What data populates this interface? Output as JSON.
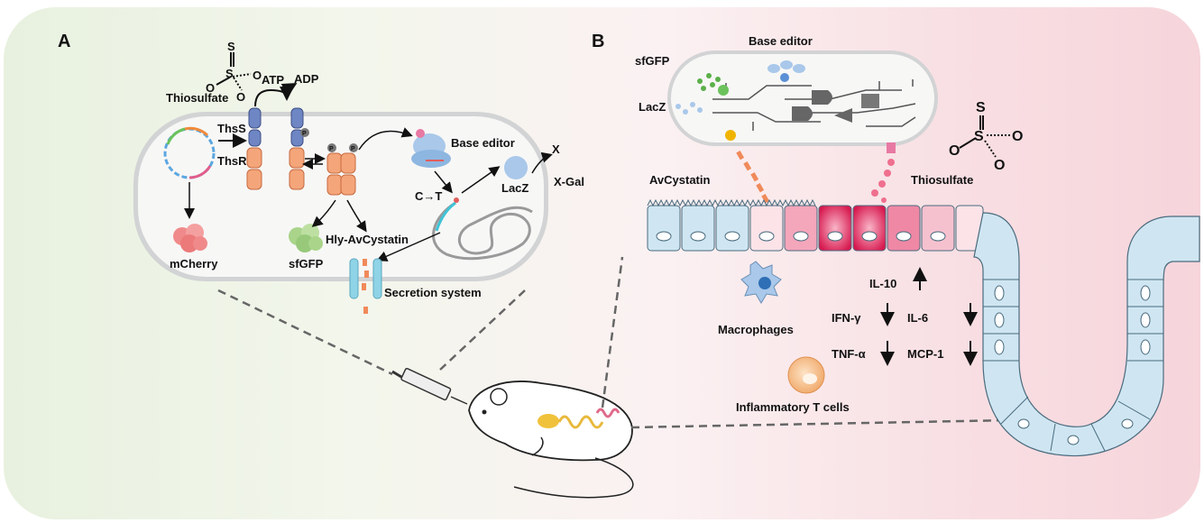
{
  "panels": {
    "a": "A",
    "b": "B"
  },
  "panel_a": {
    "molecule_s": "S",
    "molecule_o1": "O",
    "molecule_o2": "O",
    "molecule_o3": "O",
    "thiosulfate": "Thiosulfate",
    "atp": "ATP",
    "adp": "ADP",
    "thss": "ThsS",
    "thsr": "ThsR",
    "phos": "P",
    "base_editor": "Base editor",
    "lacz": "LacZ",
    "x": "X",
    "xgal": "X-Gal",
    "c_to_t": "C→T",
    "mcherry": "mCherry",
    "sfgfp": "sfGFP",
    "hly_avcystatin": "Hly-AvCystatin",
    "secretion_system": "Secretion system"
  },
  "panel_b": {
    "base_editor": "Base editor",
    "sfgfp": "sfGFP",
    "lacz": "LacZ",
    "avcystatin": "AvCystatin",
    "thiosulfate": "Thiosulfate",
    "molecule_s": "S",
    "molecule_o1": "O",
    "molecule_o2": "O",
    "molecule_o3": "O",
    "macrophages": "Macrophages",
    "il10": "IL-10",
    "ifng": "IFN-γ",
    "il6": "IL-6",
    "tnfa": "TNF-α",
    "mcp1": "MCP-1",
    "inflammatory_t": "Inflammatory T cells"
  },
  "colors": {
    "thss": "#6f86c4",
    "thsr": "#f4a57a",
    "mcherry": "#f08a8a",
    "sfgfp": "#a9d48a",
    "lacz": "#a9c8ea",
    "epithelium_blue": "#cfe6f2",
    "epithelium_pink": "#e8467a",
    "secretion": "#8fd3e6"
  }
}
